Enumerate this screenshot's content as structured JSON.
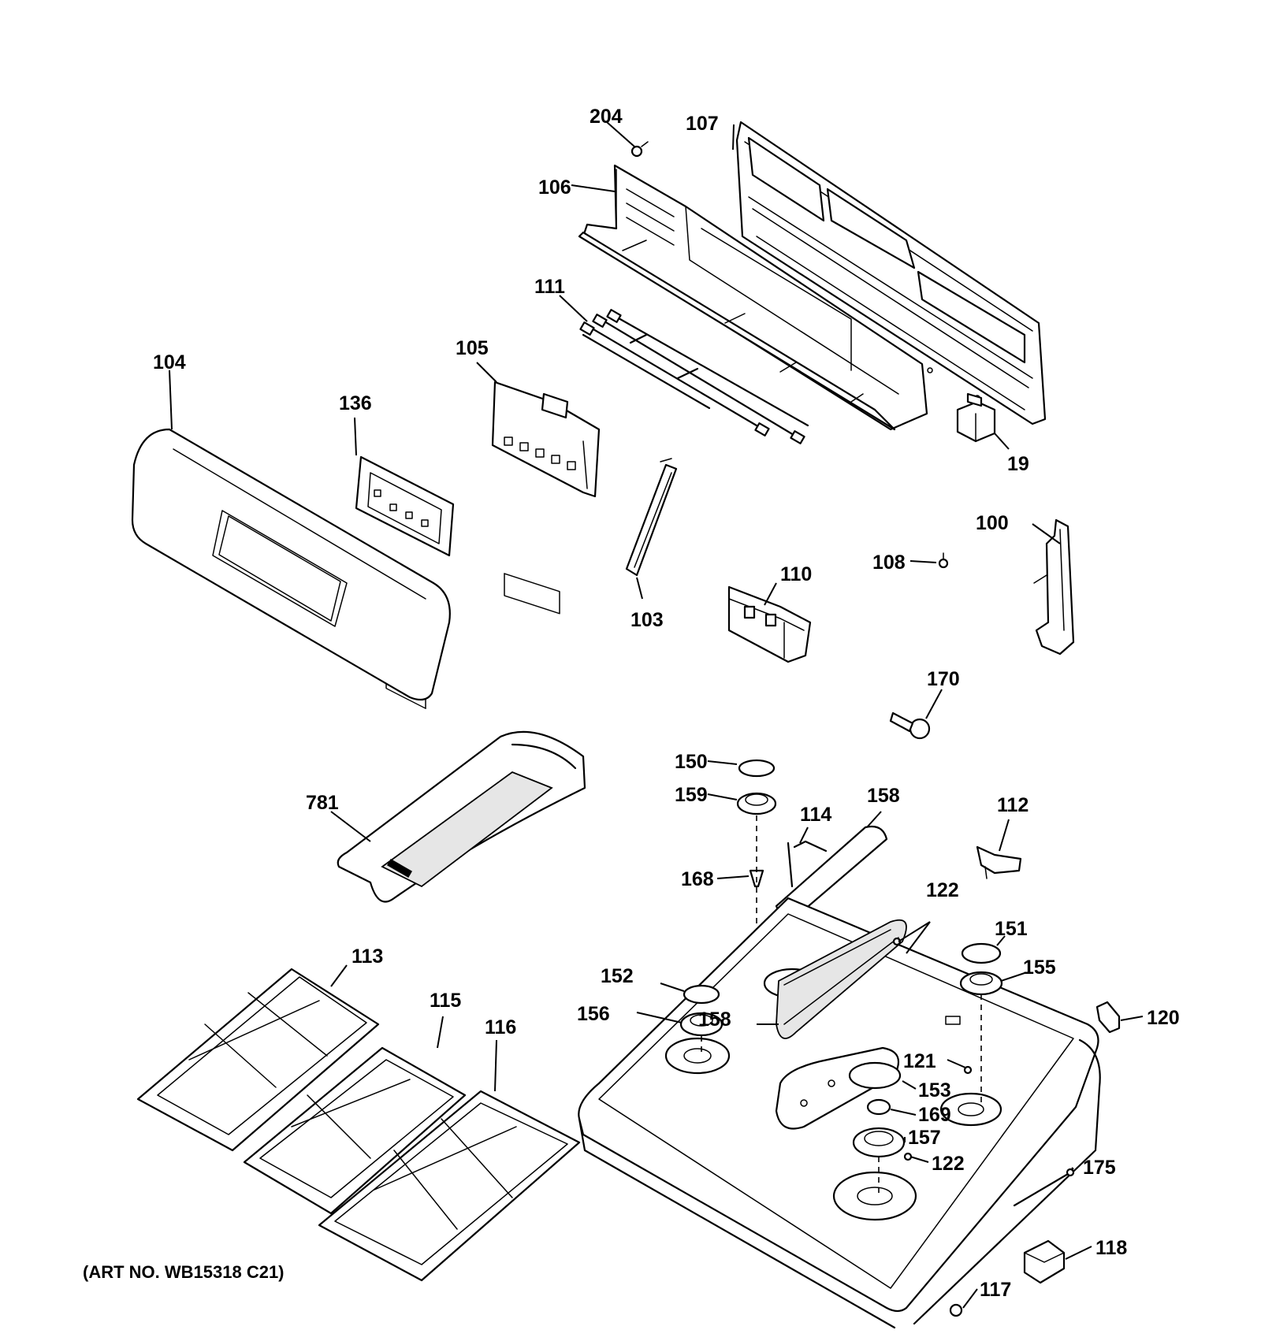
{
  "art_number": "(ART NO. WB15318 C21)",
  "callouts": {
    "c204": "204",
    "c107": "107",
    "c106": "106",
    "c111": "111",
    "c105": "105",
    "c104": "104",
    "c136": "136",
    "c19": "19",
    "c100": "100",
    "c108": "108",
    "c110": "110",
    "c103": "103",
    "c170": "170",
    "c150": "150",
    "c159": "159",
    "c158a": "158",
    "c114": "114",
    "c112": "112",
    "c781": "781",
    "c168": "168",
    "c122a": "122",
    "c151": "151",
    "c155": "155",
    "c113": "113",
    "c152": "152",
    "c115": "115",
    "c116": "116",
    "c156": "156",
    "c158b": "158",
    "c120": "120",
    "c121": "121",
    "c153": "153",
    "c169": "169",
    "c157": "157",
    "c122b": "122",
    "c175": "175",
    "c118": "118",
    "c117": "117"
  }
}
